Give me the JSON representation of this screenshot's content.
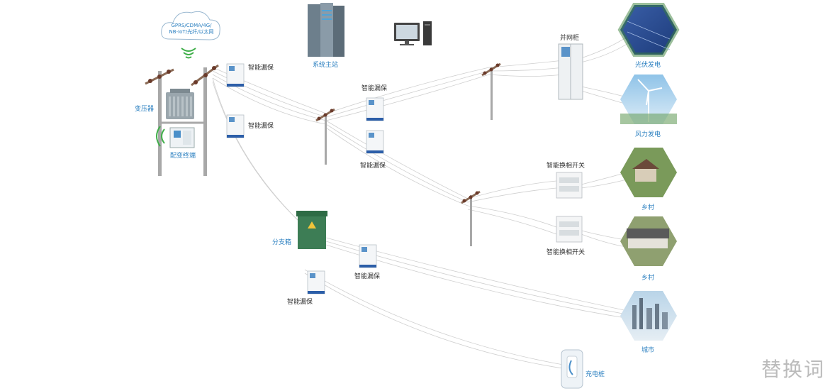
{
  "cloud": {
    "line1": "GPRS/CDMA/4G/",
    "line2": "NB-IoT/光纤/以太网"
  },
  "labels": {
    "master_station": "系统主站",
    "transformer": "变压器",
    "dist_terminal": "配变终端",
    "leak1": "智能漏保",
    "leak2": "智能漏保",
    "leak3": "智能漏保",
    "leak4": "智能漏保",
    "leak5": "智能漏保",
    "leak6": "智能漏保",
    "grid_cabinet": "并网柜",
    "solar": "光伏发电",
    "wind": "风力发电",
    "phase_switch1": "智能换相开关",
    "phase_switch2": "智能换相开关",
    "village1": "乡村",
    "village2": "乡村",
    "branch_box": "分支箱",
    "city": "城市",
    "charger": "充电桩"
  },
  "watermark": "替换词"
}
